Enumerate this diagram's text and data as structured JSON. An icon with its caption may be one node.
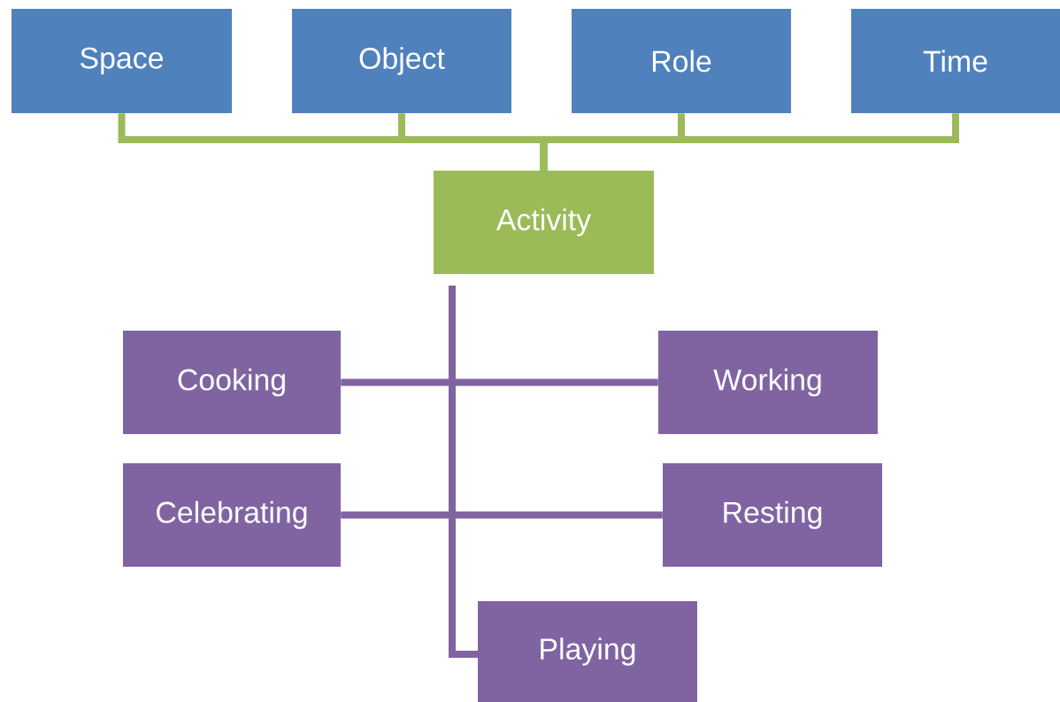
{
  "diagram": {
    "nodes": [
      {
        "text": [
          "Space"
        ]
      },
      {
        "text": [
          "Object"
        ]
      },
      {
        "text": [
          "Role"
        ]
      },
      {
        "text": [
          "Time"
        ]
      },
      {
        "text": [
          "Activity"
        ]
      },
      {
        "text": [
          "Cooking"
        ]
      },
      {
        "text": [
          "Working"
        ]
      },
      {
        "text": [
          "Celebrating"
        ]
      },
      {
        "text": [
          "Resting"
        ]
      },
      {
        "text": [
          "Playing"
        ]
      }
    ],
    "edges": [
      {
        "from": 0,
        "to": 4,
        "arrow": "none",
        "color": "#9bbb59"
      },
      {
        "from": 1,
        "to": 4,
        "arrow": "none",
        "color": "#9bbb59"
      },
      {
        "from": 2,
        "to": 4,
        "arrow": "none",
        "color": "#9bbb59"
      },
      {
        "from": 3,
        "to": 4,
        "arrow": "none",
        "color": "#9bbb59"
      },
      {
        "from": 4,
        "to": 5,
        "arrow": "none",
        "color": "#8064a2"
      },
      {
        "from": 4,
        "to": 6,
        "arrow": "none",
        "color": "#8064a2"
      },
      {
        "from": 4,
        "to": 7,
        "arrow": "none",
        "color": "#8064a2"
      },
      {
        "from": 4,
        "to": 8,
        "arrow": "none",
        "color": "#8064a2"
      },
      {
        "from": 4,
        "to": 9,
        "arrow": "none",
        "color": "#8064a2"
      }
    ]
  }
}
